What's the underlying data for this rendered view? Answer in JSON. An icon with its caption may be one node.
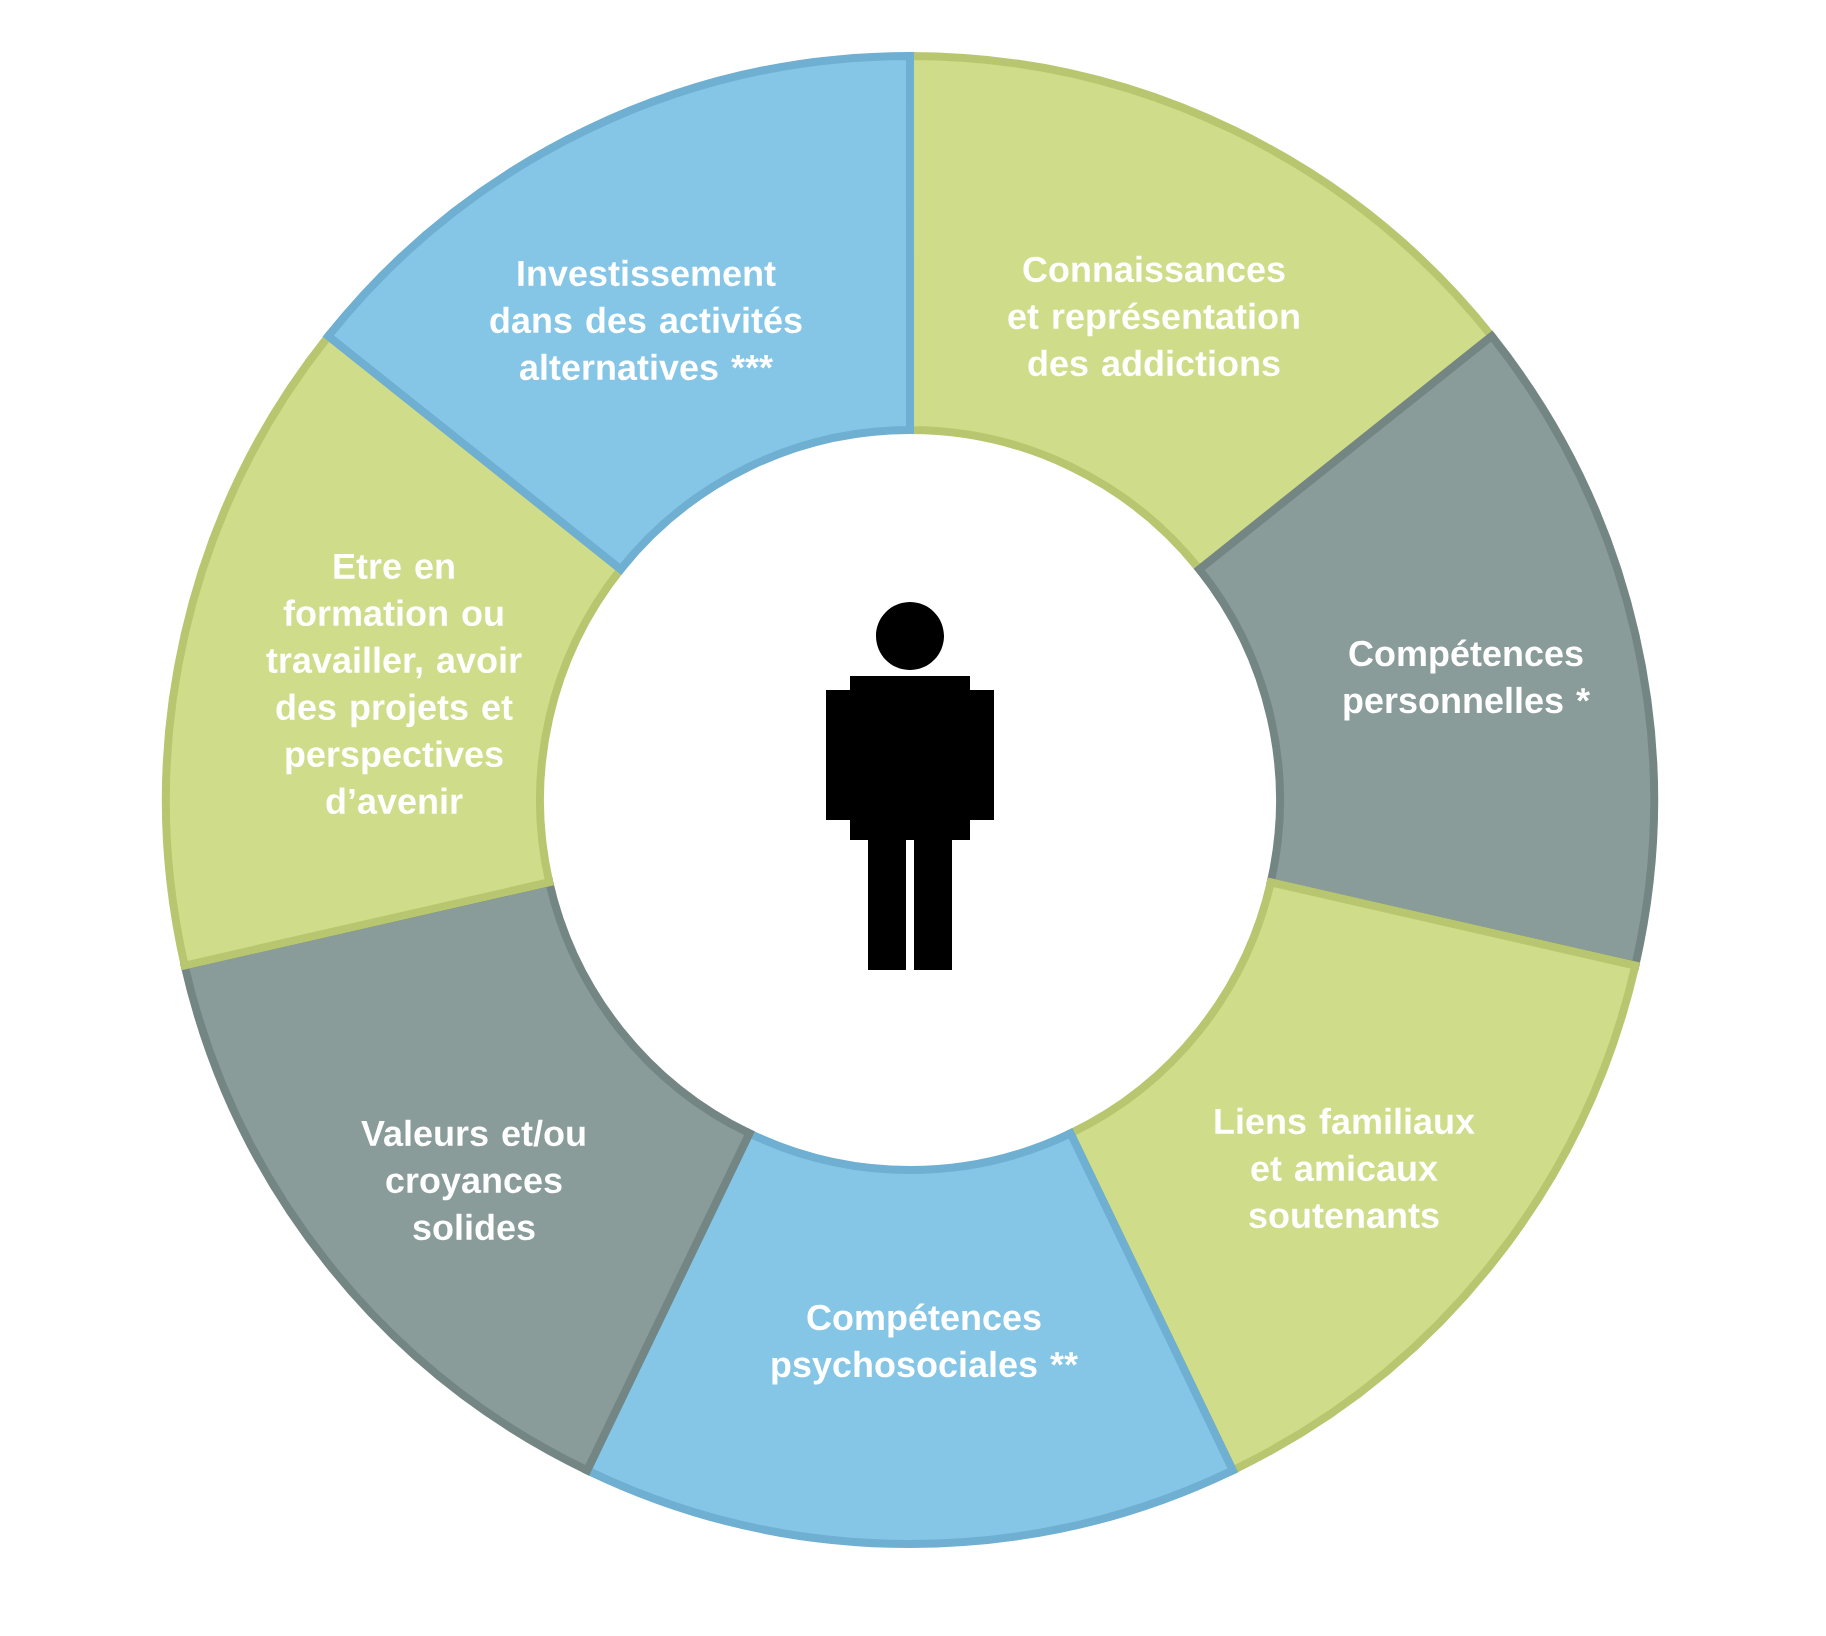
{
  "diagram": {
    "nodes": [
      {
        "text": [
          "Connaissances et représentation des addictions"
        ]
      },
      {
        "text": [
          "Compétences personnelles *"
        ]
      },
      {
        "text": [
          "Liens familiaux et amicaux soutenants"
        ]
      },
      {
        "text": [
          "Compétences psychosociales **"
        ]
      },
      {
        "text": [
          "Valeurs et/ou croyances solides"
        ]
      },
      {
        "text": [
          "Etre en formation ou travailler, avoir des projets et perspectives d’avenir"
        ]
      },
      {
        "text": [
          "Investissement dans des activités alternatives ***"
        ]
      }
    ]
  }
}
